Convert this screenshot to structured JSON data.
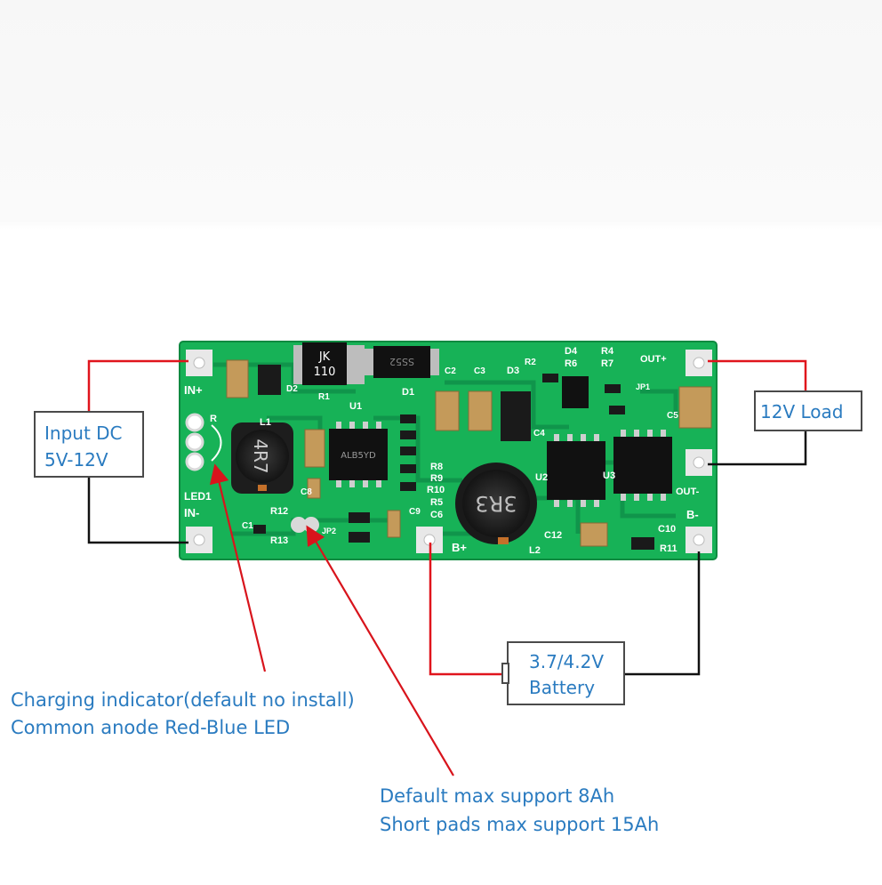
{
  "colors": {
    "board": "#18b85a",
    "board_dark": "#0f8f43",
    "callout_text": "#2a7bc0",
    "positive_wire": "#e0141c",
    "negative_wire": "#111111",
    "arrow": "#d8141c"
  },
  "labels": {
    "input": [
      "Input DC",
      "5V-12V"
    ],
    "load": "12V Load",
    "battery": [
      "3.7/4.2V",
      "Battery"
    ],
    "led_note": [
      "Charging indicator(default no install)",
      "Common anode Red-Blue LED"
    ],
    "capacity_note": [
      "Default max support 8Ah",
      "Short pads max support 15Ah"
    ]
  },
  "silkscreen": {
    "in_plus": "IN+",
    "in_minus": "IN-",
    "led1": "LED1",
    "out_plus": "OUT+",
    "out_minus": "OUT-",
    "b_plus": "B+",
    "b_minus": "B-",
    "r": "R",
    "l1": "L1",
    "l2": "L2",
    "d1": "D1",
    "d2": "D2",
    "d3": "D3",
    "d4": "D4",
    "u1": "U1",
    "u2": "U2",
    "u3": "U3",
    "c1": "C1",
    "c2": "C2",
    "c3": "C3",
    "c4": "C4",
    "c5": "C5",
    "c6": "C6",
    "c8": "C8",
    "c9": "C9",
    "c10": "C10",
    "c12": "C12",
    "r1": "R1",
    "r2": "R2",
    "r4": "R4",
    "r5": "R5",
    "r6": "R6",
    "r7": "R7",
    "r8": "R8",
    "r9": "R9",
    "r10": "R10",
    "r11": "R11",
    "r12": "R12",
    "r13": "R13",
    "jp1": "JP1",
    "jp2": "JP2"
  },
  "component_markings": {
    "l1": "4R7",
    "l2": "3R3",
    "jk_line1": "JK",
    "jk_line2": "110",
    "diode": "SS52",
    "u1": "ALB5YD"
  }
}
